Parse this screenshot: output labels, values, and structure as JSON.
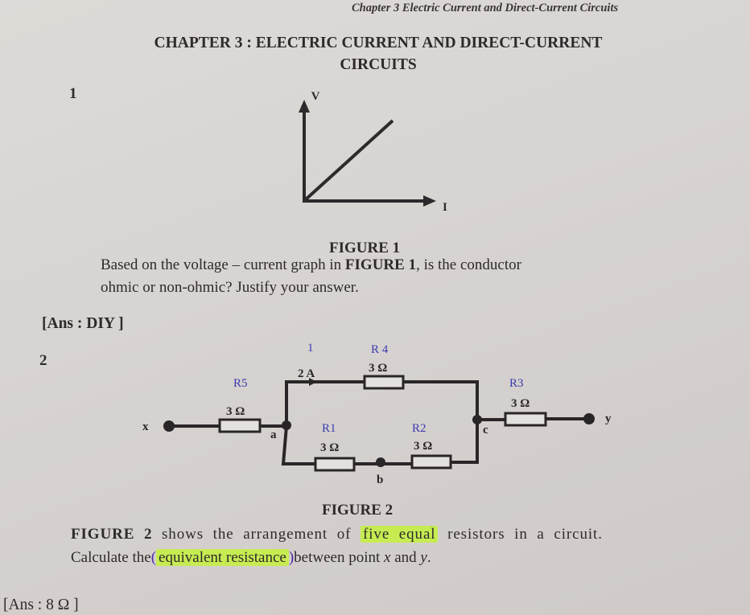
{
  "page": {
    "running_header": "Chapter 3 Electric Current and Direct-Current Circuits",
    "chapter_title_line1": "CHAPTER 3 : ELECTRIC CURRENT AND DIRECT-CURRENT",
    "chapter_title_line2": "CIRCUITS"
  },
  "question1": {
    "number": "1",
    "graph": {
      "y_axis_label": "V",
      "x_axis_label": "I",
      "line": "straight line through origin"
    },
    "figure_caption": "FIGURE 1",
    "text_part1": "Based on the voltage – current graph in ",
    "text_bold": "FIGURE 1",
    "text_part2": ", is the conductor",
    "text_line2": "ohmic or non-ohmic? Justify your answer.",
    "answer": "[Ans : DIY ]"
  },
  "question2": {
    "number": "2",
    "circuit": {
      "terminal_x": "x",
      "terminal_y": "y",
      "node_a": "a",
      "node_b": "b",
      "node_c": "c",
      "current_label": "2 A",
      "resistors": [
        {
          "id": "R5",
          "value": "3 Ω",
          "handwritten": "R5"
        },
        {
          "id": "R4",
          "value": "3 Ω",
          "handwritten": "R 4"
        },
        {
          "id": "R1",
          "value": "3 Ω",
          "handwritten": "R1"
        },
        {
          "id": "R2",
          "value": "3 Ω",
          "handwritten": "R2"
        },
        {
          "id": "R3",
          "value": "3 Ω",
          "handwritten": "R3"
        }
      ],
      "handwritten_branch_mark": "1"
    },
    "figure_caption": "FIGURE 2",
    "text_bold": "FIGURE 2",
    "text_part1": " shows the arrangement of ",
    "highlight1": "five equal",
    "text_part2": " resistors in a circuit.",
    "line2_part1": "Calculate the",
    "highlight2": "equivalent resistance",
    "line2_part2": "between point ",
    "var_x": "x",
    "line2_and": " and ",
    "var_y": "y",
    "line2_end": ".",
    "answer": "[Ans : 8 Ω ]"
  },
  "colors": {
    "paper": "#dad6d4",
    "ink": "#2e2a2c",
    "highlighter": "#c6ec52",
    "pen": "#3b3ab0"
  }
}
